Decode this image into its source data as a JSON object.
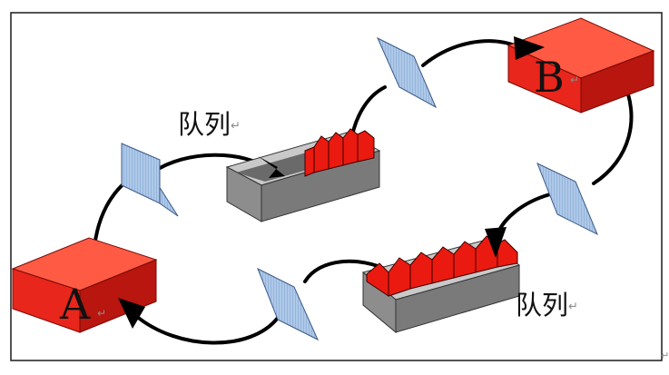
{
  "nodes": {
    "a_label": "A",
    "b_label": "B"
  },
  "queues": {
    "top_label": "队列",
    "bottom_label": "队列"
  },
  "marks": {
    "paragraph_mark": "↵",
    "end_mark": "↵"
  },
  "colors": {
    "node_red": "#e8261b",
    "queue_gray": "#8d8d8d",
    "queue_item_red": "#ea1a10",
    "port_blue": "#aec8e8",
    "frame": "#1a1a1a",
    "arrow": "#000000"
  }
}
